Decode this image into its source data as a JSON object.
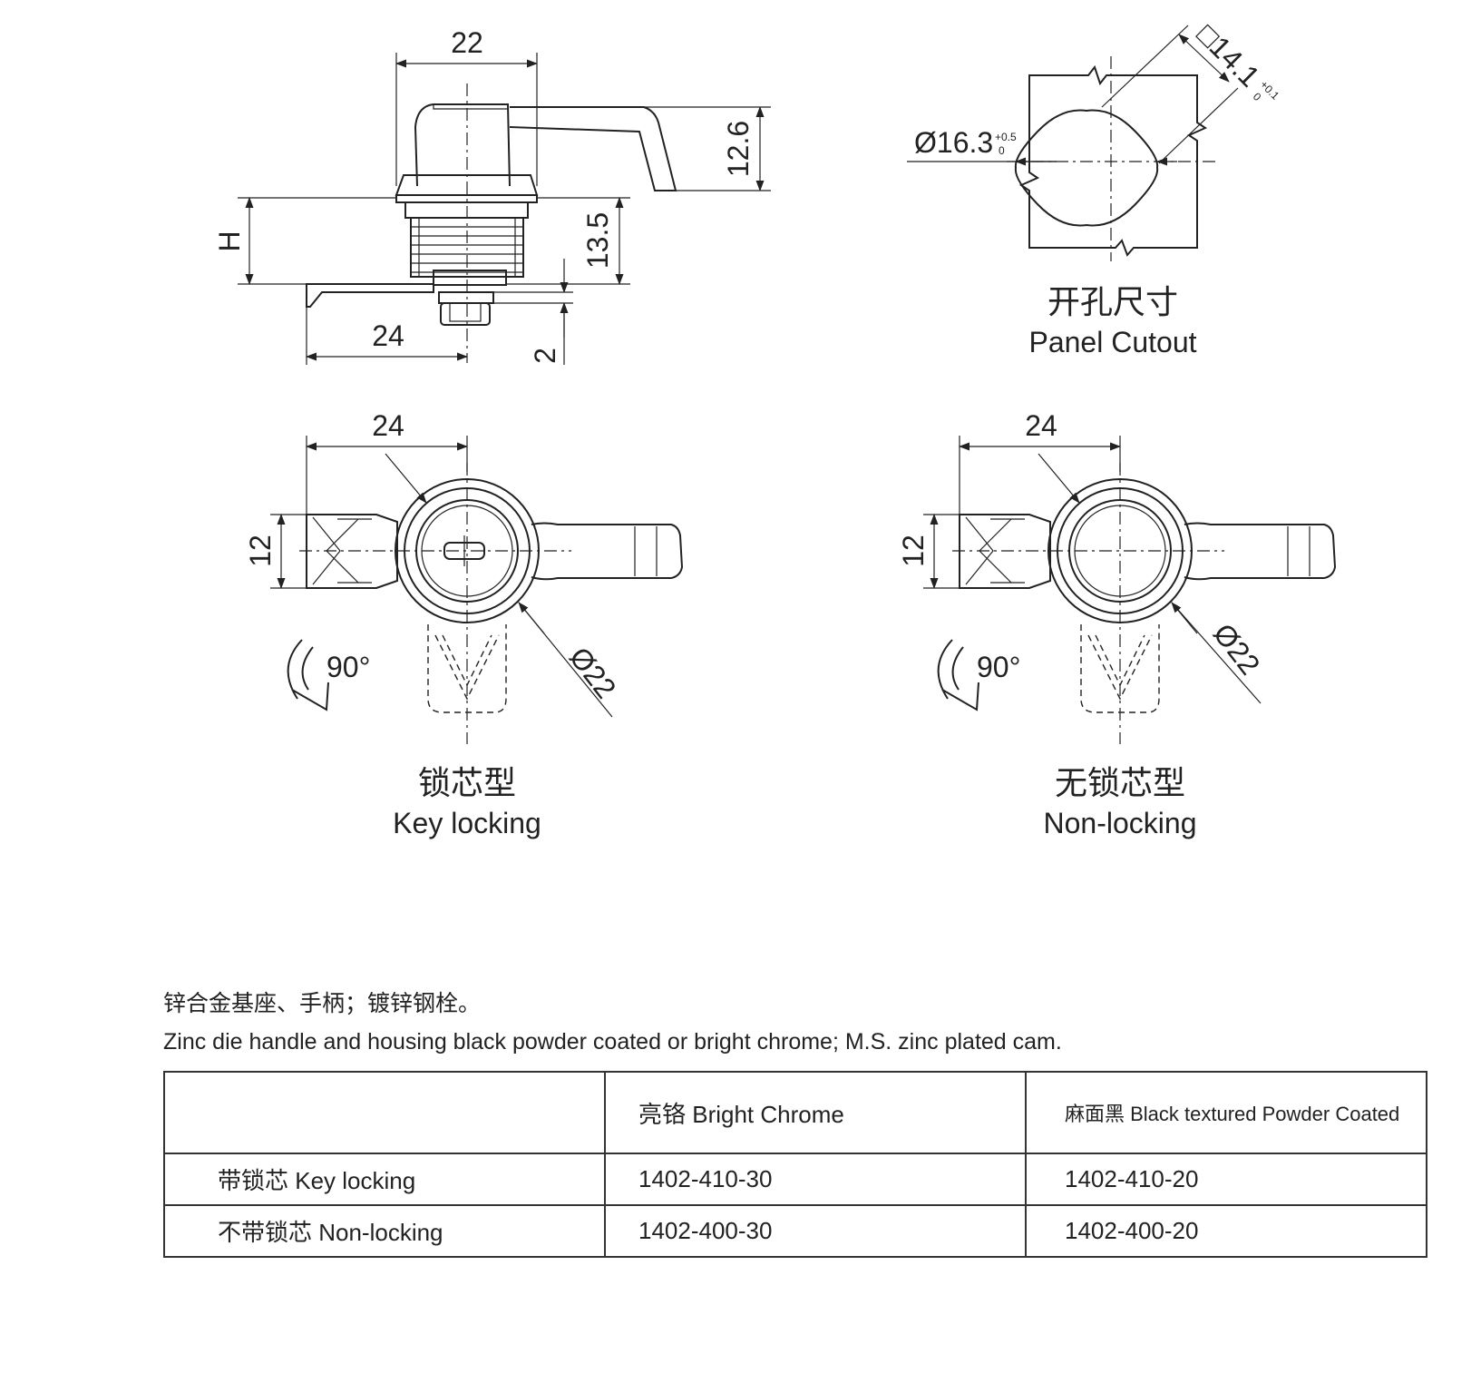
{
  "dimensions": {
    "top_width": "22",
    "handle_height": "12.6",
    "H": "H",
    "thread_length": "13.5",
    "cam_offset": "24",
    "cam_thickness": "2",
    "cutout_diameter": "Ø16.3",
    "cutout_diameter_tol_upper": "+0.5",
    "cutout_diameter_tol_lower": "0",
    "cutout_square": "□14.1",
    "cutout_square_tol_upper": "+0.1",
    "cutout_square_tol_lower": "0",
    "key_width": "24",
    "key_height": "12",
    "key_rotation": "90°",
    "key_diameter": "Ø22",
    "non_width": "24",
    "non_height": "12",
    "non_rotation": "90°",
    "non_diameter": "Ø22"
  },
  "captions": {
    "cutout_cn": "开孔尺寸",
    "cutout_en": "Panel Cutout",
    "key_cn": "锁芯型",
    "key_en": "Key locking",
    "non_cn": "无锁芯型",
    "non_en": "Non-locking"
  },
  "notes": {
    "cn": "锌合金基座、手柄；镀锌钢栓。",
    "en": "Zinc die handle and housing black powder coated or bright chrome; M.S. zinc plated cam."
  },
  "table": {
    "headers": [
      "",
      "亮铬 Bright Chrome",
      "麻面黑 Black textured Powder Coated"
    ],
    "rows": [
      [
        "带锁芯 Key locking",
        "1402-410-30",
        "1402-410-20"
      ],
      [
        "不带锁芯 Non-locking",
        "1402-400-30",
        "1402-400-20"
      ]
    ]
  },
  "colors": {
    "line": "#222222",
    "background": "#ffffff"
  }
}
